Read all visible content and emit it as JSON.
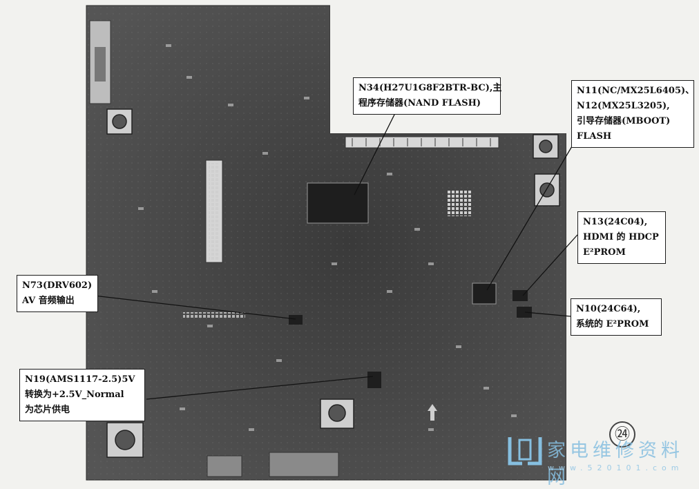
{
  "callouts": {
    "n34": {
      "line1": "N34(H27U1G8F2BTR-BC),主",
      "line2": "程序存储器(NAND FLASH)"
    },
    "n11": {
      "line1": "N11(NC/MX25L6405)、",
      "line2": "N12(MX25L3205),",
      "line3": "引导存储器(MBOOT)",
      "line4": "FLASH"
    },
    "n13": {
      "line1": "N13(24C04),",
      "line2": "HDMI 的 HDCP",
      "line3": "E²PROM"
    },
    "n73": {
      "line1": "N73(DRV602)",
      "line2": "AV 音频输出"
    },
    "n10": {
      "line1": "N10(24C64),",
      "line2": "系统的 E²PROM"
    },
    "n19": {
      "line1": "N19(AMS1117-2.5)5V",
      "line2": "转换为+2.5V_Normal",
      "line3": "为芯片供电"
    }
  },
  "figure_number": "㉔",
  "watermark": {
    "text": "家电维修资料网",
    "url": "www.520101.com"
  },
  "colors": {
    "board": "#4a4a4a",
    "callout_border": "#1a1a1a",
    "watermark": "#86bfe0"
  }
}
